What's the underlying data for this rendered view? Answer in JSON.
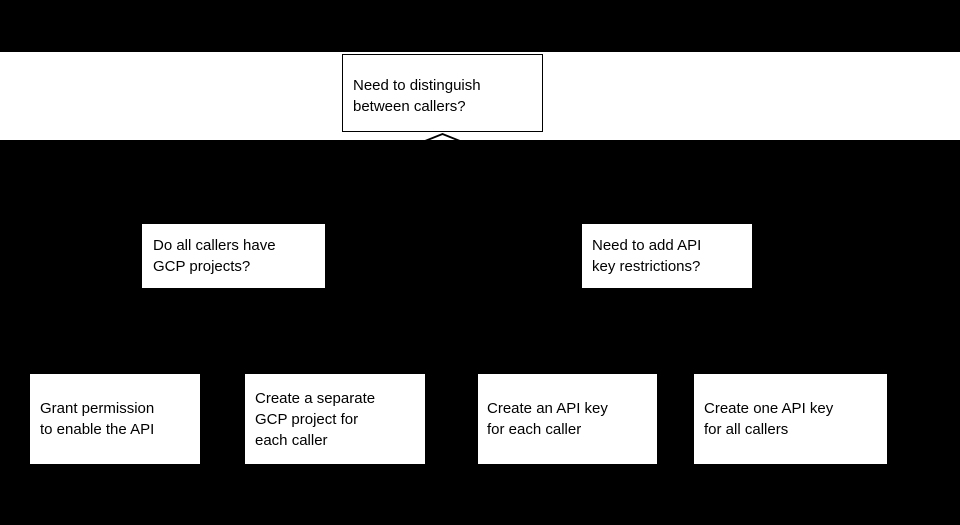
{
  "diagram": {
    "title": "Need to distinguish between callers?",
    "type": "decision-tree",
    "background_color": "#000000",
    "node_fill_color": "#ffffff",
    "node_text_color": "#000000",
    "nodes": {
      "root": {
        "label": "Need to distinguish\nbetween callers?",
        "shape": "rectangle",
        "bordered": true
      },
      "level2": [
        {
          "id": "gcp-projects",
          "label": "Do all callers have\nGCP projects?",
          "shape": "rectangle",
          "bordered": false
        },
        {
          "id": "key-restrictions",
          "label": "Need to add API\nkey restrictions?",
          "shape": "rectangle",
          "bordered": false
        }
      ],
      "leaves": [
        {
          "id": "grant-permission",
          "label": "Grant permission\nto enable the API",
          "shape": "rectangle",
          "bordered": false
        },
        {
          "id": "separate-project",
          "label": "Create a separate\nGCP project for\neach caller",
          "shape": "rectangle",
          "bordered": false
        },
        {
          "id": "key-per-caller",
          "label": "Create an API key\nfor each caller",
          "shape": "rectangle",
          "bordered": false
        },
        {
          "id": "key-all-callers",
          "label": "Create one API key\nfor all callers",
          "shape": "rectangle",
          "bordered": false
        }
      ]
    },
    "connectors": [
      {
        "id": "root-chevron",
        "from": "root",
        "style": "chevron",
        "color": "#000000"
      }
    ]
  }
}
